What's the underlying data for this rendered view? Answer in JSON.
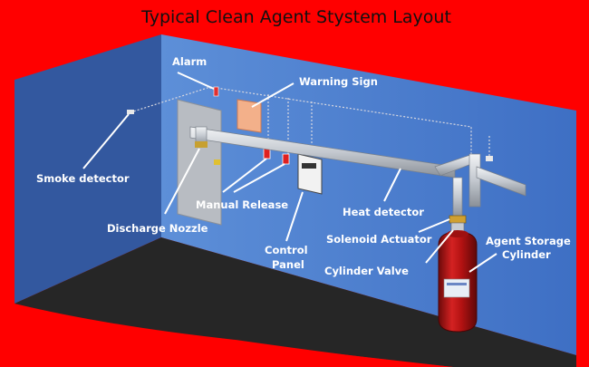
{
  "title": "Typical Clean Agent Stystem Layout",
  "labels": {
    "alarm": "Alarm",
    "warning_sign": "Warning Sign",
    "smoke_detector": "Smoke detector",
    "manual_release": "Manual Release",
    "discharge_nozzle": "Discharge Nozzle",
    "control_panel_line1": "Control",
    "control_panel_line2": "Panel",
    "heat_detector": "Heat detector",
    "solenoid_actuator": "Solenoid Actuator",
    "agent_storage_line1": "Agent Storage",
    "agent_storage_line2": "Cylinder",
    "cylinder_valve": "Cylinder Valve"
  },
  "colors": {
    "background": "#ff0000",
    "wall": "#3f6fc0",
    "floor": "#262626",
    "pipe": "#c8ccd2",
    "cylinder": "#b31212"
  }
}
